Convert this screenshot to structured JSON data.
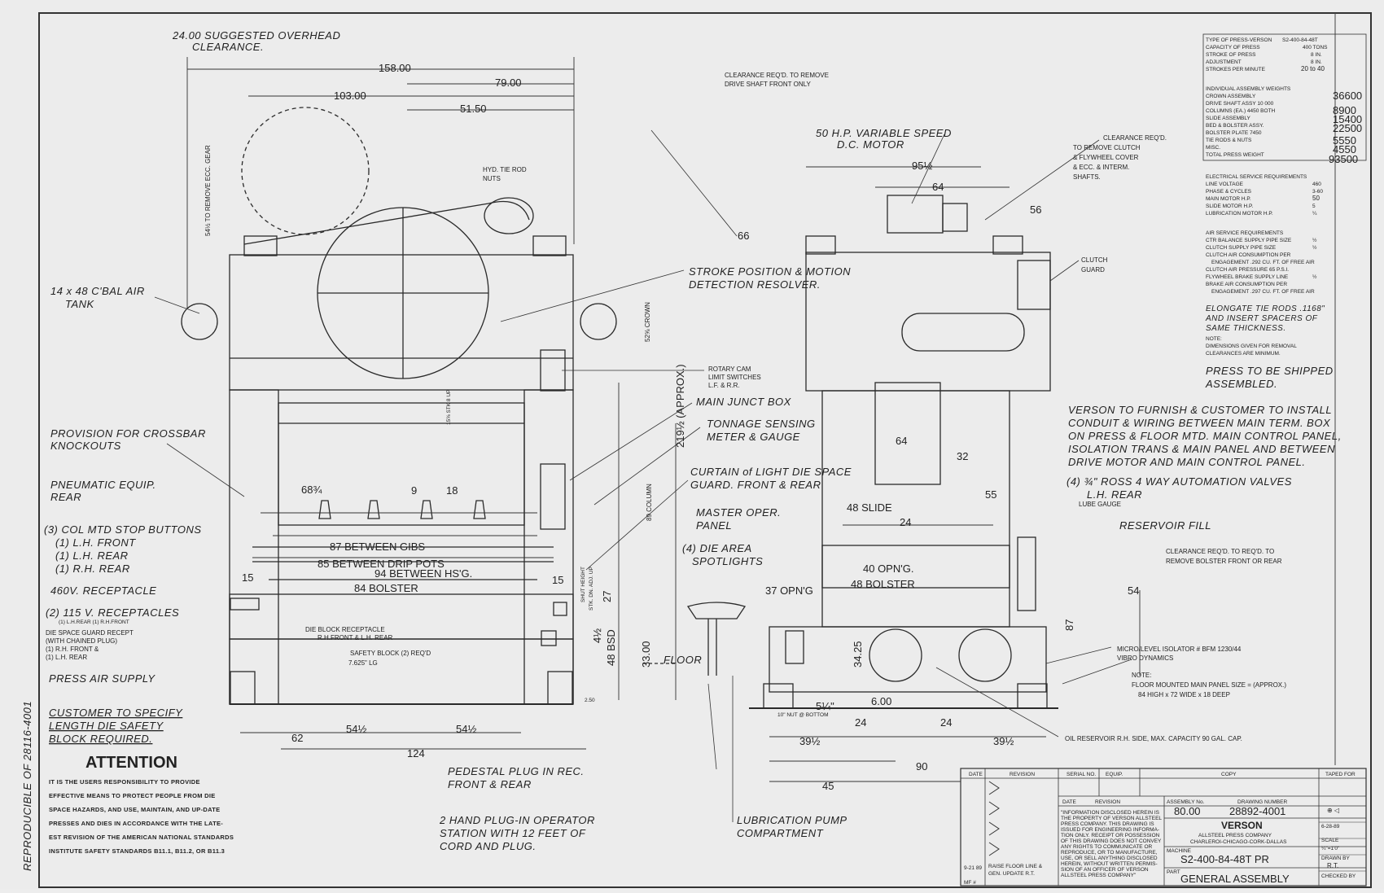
{
  "drawing": {
    "overhead_note": "24.00 SUGGESTED OVERHEAD",
    "overhead_note_2": "CLEARANCE.",
    "dims_top": [
      "158.00",
      "103.00",
      "79.00",
      "51.50"
    ],
    "left_vertical": "54½ TO REMOVE ECC. GEAR",
    "callouts": {
      "hyd_tie_rod": "HYD. TIE ROD",
      "hyd_tie_rod_2": "NUTS",
      "clearance_drive_shaft": "CLEARANCE REQ'D. TO REMOVE",
      "clearance_drive_shaft_2": "DRIVE SHAFT FRONT ONLY",
      "motor": "50 H.P. VARIABLE SPEED",
      "motor_2": "D.C. MOTOR",
      "clearance_clutch": "CLEARANCE REQ'D.",
      "clearance_clutch_2": "TO REMOVE CLUTCH",
      "clearance_clutch_3": "& FLYWHEEL COVER",
      "clearance_clutch_4": "& ECC. & INTERM.",
      "clearance_clutch_5": "SHAFTS.",
      "clutch_guard": "CLUTCH",
      "clutch_guard_2": "GUARD",
      "cbal_tank": "14 x 48 C'BAL AIR",
      "cbal_tank_2": "TANK",
      "stroke_resolver": "STROKE POSITION & MOTION",
      "stroke_resolver_2": "DETECTION RESOLVER.",
      "rotary_cam": "ROTARY CAM",
      "rotary_cam_2": "LIMIT SWITCHES",
      "rotary_cam_3": "L.F. & R.R.",
      "main_junct": "MAIN JUNCT BOX",
      "tonnage": "TONNAGE SENSING",
      "tonnage_2": "METER & GAUGE",
      "crossbar": "PROVISION FOR CROSSBAR",
      "crossbar_2": "KNOCKOUTS",
      "curtain": "CURTAIN of LIGHT DIE SPACE",
      "curtain_2": "GUARD. FRONT & REAR",
      "pneumatic": "PNEUMATIC EQUIP.",
      "pneumatic_2": "REAR",
      "master_oper": "MASTER OPER.",
      "master_oper_2": "PANEL",
      "stop_buttons": "(3) COL MTD STOP BUTTONS",
      "stop_buttons_2": "(1) L.H. FRONT",
      "stop_buttons_3": "(1) L.H. REAR",
      "stop_buttons_4": "(1) R.H. REAR",
      "die_area": "(4) DIE AREA",
      "die_area_2": "SPOTLIGHTS",
      "receptacle_460": "460V. RECEPTACLE",
      "receptacles_115": "(2) 115 V. RECEPTACLES",
      "receptacles_115_2": "(1) L.H.REAR (1) R.H.FRONT",
      "die_guard_recept": "DIE SPACE GUARD RECEPT",
      "die_guard_recept_2": "(WITH CHAINED PLUG)",
      "die_guard_recept_3": "(1) R.H. FRONT &",
      "die_guard_recept_4": "(1) L.H. REAR",
      "die_block": "DIE BLOCK RECEPTACLE",
      "die_block_2": "R.H.FRONT & L.H. REAR",
      "safety_block": "SAFETY BLOCK (2) REQ'D",
      "safety_block_len": "7.625\" LG",
      "floor": "FLOOR",
      "press_air": "PRESS AIR SUPPLY",
      "customer_specify": "CUSTOMER TO SPECIFY",
      "customer_specify_2": "LENGTH DIE SAFETY",
      "customer_specify_3": "BLOCK REQUIRED.",
      "pedestal": "PEDESTAL PLUG IN REC.",
      "pedestal_2": "FRONT & REAR",
      "two_hand": "2 HAND PLUG-IN OPERATOR",
      "two_hand_2": "STATION WITH 12 FEET OF",
      "two_hand_3": "CORD AND PLUG.",
      "lube_pump": "LUBRICATION PUMP",
      "lube_pump_2": "COMPARTMENT",
      "ross_valves": "(4) ¾\" ROSS 4 WAY AUTOMATION VALVES",
      "ross_valves_2": "L.H. REAR",
      "lube_gauge": "LUBE GAUGE",
      "reservoir_fill": "RESERVOIR FILL",
      "clearance_bolster": "CLEARANCE REQ'D. TO REQ'D. TO",
      "clearance_bolster_2": "REMOVE BOLSTER FRONT OR REAR",
      "micro_level": "MICRO/LEVEL ISOLATOR # BFM 1230/44",
      "micro_level_2": "VIBRO DYNAMICS",
      "note_floor": "NOTE:",
      "note_floor_2": "FLOOR MOUNTED MAIN PANEL SIZE = (APPROX.)",
      "note_floor_3": "84 HIGH x 72  WIDE x 18 DEEP",
      "oil_reservoir": "OIL RESERVOIR R.H. SIDE, MAX. CAPACITY 90 GAL. CAP.",
      "nut_bottom": "10\" NUT @ BOTTOM"
    },
    "front_dims": {
      "between_gibs": "87 BETWEEN GIBS",
      "between_drip": "85 BETWEEN DRIP POTS",
      "between_hsg": "94 BETWEEN HS'G.",
      "bolster": "84 BOLSTER",
      "d68": "68¾",
      "d9": "9",
      "d18": "18",
      "d15a": "15",
      "d15b": "15",
      "d62": "62",
      "d54a": "54½",
      "d54b": "54½",
      "d124": "124",
      "crown": "52⅝ CROWN",
      "column": "89 COLUMN",
      "approx": "219½ (APPROX.)",
      "stroke": "15⅝ STK 8 UP",
      "shut_height": "SHUT HEIGHT",
      "shut_height_2": "STK. DN. ADJ. UP",
      "d27": "27",
      "d4": "4½",
      "d48": "48 BSD",
      "d33": "33.00",
      "d250": "2.50"
    },
    "side_dims": {
      "d95": "95½",
      "d64a": "64",
      "d66": "66",
      "d56": "56",
      "d64b": "64",
      "d32": "32",
      "d55": "55",
      "d48slide": "48 SLIDE",
      "d24a": "24",
      "d40": "40 OPN'G.",
      "d48bolster": "48 BOLSTER",
      "d37": "37 OPN'G",
      "d54": "54",
      "d87": "87",
      "d3425": "34.25",
      "d6": "6.00",
      "d5": "5¼\"",
      "d24b": "24",
      "d24c": "24",
      "d39a": "39½",
      "d39b": "39½",
      "d90": "90",
      "d45": "45"
    },
    "attention": {
      "title": "ATTENTION",
      "lines": [
        "IT IS THE USERS RESPONSIBILITY TO PROVIDE",
        "EFFECTIVE MEANS TO PROTECT PEOPLE FROM DIE",
        "SPACE HAZARDS, AND USE, MAINTAIN, AND UP-DATE",
        "PRESSES AND DIES IN ACCORDANCE WITH THE LATE-",
        "EST REVISION OF THE AMERICAN NATIONAL STANDARDS",
        "INSTITUTE SAFETY STANDARDS B11.1, B11.2, OR B11.3"
      ]
    },
    "reproducible": "REPRODUCIBLE OF 28116-4001"
  },
  "spec": {
    "type_label": "TYPE OF PRESS-VERSON",
    "type_value": "S2-400-84-48T",
    "rows": [
      {
        "label": "CAPACITY OF PRESS",
        "value": "400 TONS"
      },
      {
        "label": "STROKE OF PRESS",
        "value": "8 IN."
      },
      {
        "label": "ADJUSTMENT",
        "value": "8 IN."
      },
      {
        "label": "STROKES PER MINUTE",
        "value": "20 to 40"
      }
    ],
    "weights_title": "INDIVIDUAL ASSEMBLY WEIGHTS",
    "weights": [
      {
        "label": "CROWN ASSEMBLY",
        "value": "36600"
      },
      {
        "label": "DRIVE SHAFT ASSY  10 000",
        "value": ""
      },
      {
        "label": "COLUMNS (EA.)  4450 BOTH",
        "value": "8900"
      },
      {
        "label": "SLIDE ASSEMBLY",
        "value": "15400"
      },
      {
        "label": "BED & BOLSTER ASSY.",
        "value": "22500"
      },
      {
        "label": "BOLSTER PLATE  7450",
        "value": ""
      },
      {
        "label": "TIE RODS & NUTS",
        "value": "5550"
      },
      {
        "label": "MISC.",
        "value": "4550"
      },
      {
        "label": "TOTAL PRESS WEIGHT",
        "value": "93500"
      }
    ],
    "elec_title": "ELECTRICAL SERVICE REQUIREMENTS",
    "elec": [
      {
        "label": "LINE VOLTAGE",
        "value": "460"
      },
      {
        "label": "PHASE & CYCLES",
        "value": "3-60"
      },
      {
        "label": "MAIN MOTOR H.P.",
        "value": "50"
      },
      {
        "label": "SLIDE MOTOR H.P.",
        "value": "5"
      },
      {
        "label": "LUBRICATION MOTOR H.P.",
        "value": "¼"
      }
    ],
    "air_title": "AIR SERVICE REQUIREMENTS",
    "air": [
      {
        "label": "CTR BALANCE SUPPLY PIPE SIZE",
        "value": "½"
      },
      {
        "label": "CLUTCH SUPPLY PIPE SIZE",
        "value": "½"
      },
      {
        "label": "CLUTCH AIR CONSUMPTION PER",
        "value": ""
      },
      {
        "label": "ENGAGEMENT  .292  CU. FT. OF FREE AIR",
        "value": ""
      },
      {
        "label": "CLUTCH AIR PRESSURE  65  P.S.I.",
        "value": ""
      },
      {
        "label": "FLYWHEEL BRAKE SUPPLY LINE",
        "value": "½"
      },
      {
        "label": "BRAKE AIR CONSUMPTION PER",
        "value": ""
      },
      {
        "label": "ENGAGEMENT  .297  CU. FT. OF FREE AIR",
        "value": ""
      }
    ],
    "elongate": "ELONGATE TIE RODS  .1168\"",
    "elongate_2": "AND INSERT SPACERS OF",
    "elongate_3": "SAME THICKNESS.",
    "note": "NOTE:",
    "note_2": "DIMENSIONS GIVEN FOR REMOVAL",
    "note_3": "CLEARANCES ARE MINIMUM.",
    "shipped": "PRESS TO BE SHIPPED",
    "shipped_2": "ASSEMBLED."
  },
  "verson_note": {
    "lines": [
      "VERSON TO FURNISH & CUSTOMER TO INSTALL",
      "CONDUIT & WIRING BETWEEN MAIN TERM. BOX",
      "ON PRESS & FLOOR MTD. MAIN CONTROL PANEL,",
      "ISOLATION TRANS & MAIN PANEL AND BETWEEN",
      "DRIVE MOTOR AND MAIN CONTROL PANEL."
    ]
  },
  "title_block": {
    "date": "DATE",
    "revision": "REVISION",
    "serial_no": "SERIAL NO.",
    "equip": "EQUIP.",
    "copy": "COPY",
    "taped_for": "TAPED FOR",
    "date2": "DATE",
    "revision2": "REVISION",
    "assembly_no_label": "ASSEMBLY No.",
    "drawing_number_label": "DRAWING NUMBER",
    "assembly_no": "80.00",
    "drawing_number": "28892-4001",
    "disclaimer": [
      "\"INFORMATION DISCLOSED HEREIN IS",
      "THE PROPERTY OF VERSON ALLSTEEL",
      "PRESS COMPANY. THIS DRAWING IS",
      "ISSUED FOR ENGINEERING INFORMA-",
      "TION ONLY. RECEIPT OR POSSESSION",
      "OF THIS DRAWING DOES NOT CONVEY",
      "ANY RIGHTS TO COMMUNICATE OR",
      "REPRODUCE, OR TO MANUFACTURE,",
      "USE, OR SELL ANYTHING DISCLOSED",
      "HEREIN, WITHOUT WRITTEN PERMIS-",
      "SION OF AN OFFICER OF VERSON",
      "ALLSTEEL PRESS COMPANY\""
    ],
    "company": "VERSON",
    "company_2": "ALLSTEEL PRESS COMPANY",
    "company_3": "CHARLEROI-CHICAGO-CORK-DALLAS",
    "machine_label": "MACHINE",
    "machine": "S2-400-84-48T PR",
    "part_label": "PART",
    "part": "GENERAL ASSEMBLY",
    "date_val": "6-28-89",
    "scale_label": "SCALE",
    "scale_val": "¼\"=1'0\"",
    "drawn_label": "DRAWN BY",
    "drawn_val": "R.T.",
    "checked_label": "CHECKED BY",
    "rev_date": "9-21 89",
    "rev_text": "RAISE FLOOR LINE &",
    "rev_text_2": "GEN. UPDATE  R.T.",
    "mf": "MF #"
  }
}
